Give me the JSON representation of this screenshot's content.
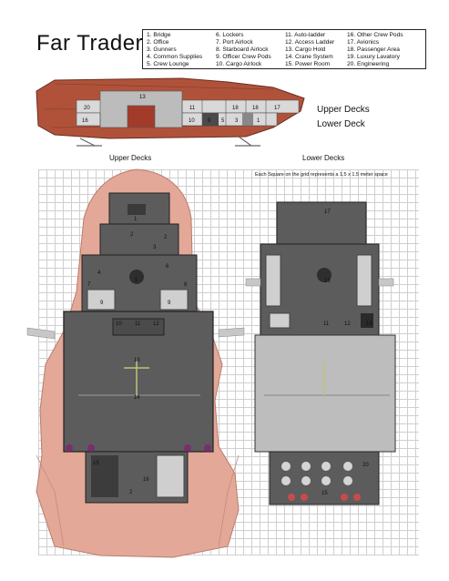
{
  "title": "Far Trader",
  "legend": [
    "1.  Bridge",
    "2. Office",
    "3. Gunners",
    "4. Common Supplies",
    "5. Crew Lounge",
    "6. Lockers",
    "7. Port Airlock",
    "8. Starboard Airlock",
    "9. Officer Crew Pods",
    "10. Cargo Airlock",
    "11. Auto-ladder",
    "12. Access Ladder",
    "13. Cargo Hold",
    "14. Crane System",
    "15. Power Room",
    "16. Other Crew Pods",
    "17. Avionics",
    "18. Passenger Area",
    "19. Luxury Lavatory",
    "20. Engineering"
  ],
  "side_labels": {
    "upper": "Upper Decks",
    "lower": "Lower Deck"
  },
  "section_headings": {
    "upper": "Upper Decks",
    "lower": "Lower Decks"
  },
  "grid_note": "Each Square on the grid represents a 1.5 x 1.5 meter space",
  "side_view": {
    "upper_numbers": [
      "20",
      "13",
      "11",
      "18",
      "18",
      "17"
    ],
    "lower_numbers": [
      "16",
      "10",
      "9",
      "5",
      "3",
      "1"
    ]
  },
  "upper_numbers": [
    "1",
    "2",
    "3",
    "2",
    "4",
    "5",
    "6",
    "7",
    "8",
    "9",
    "9",
    "10",
    "11",
    "12",
    "13",
    "14",
    "15",
    "16",
    "2"
  ],
  "lower_numbers": [
    "17",
    "18",
    "11",
    "12",
    "19",
    "20",
    "15"
  ],
  "colors": {
    "hull": "#e3a898",
    "deck": "#5c5c5c",
    "hold": "#bdbdbd",
    "side_hull": "#b0523a"
  }
}
